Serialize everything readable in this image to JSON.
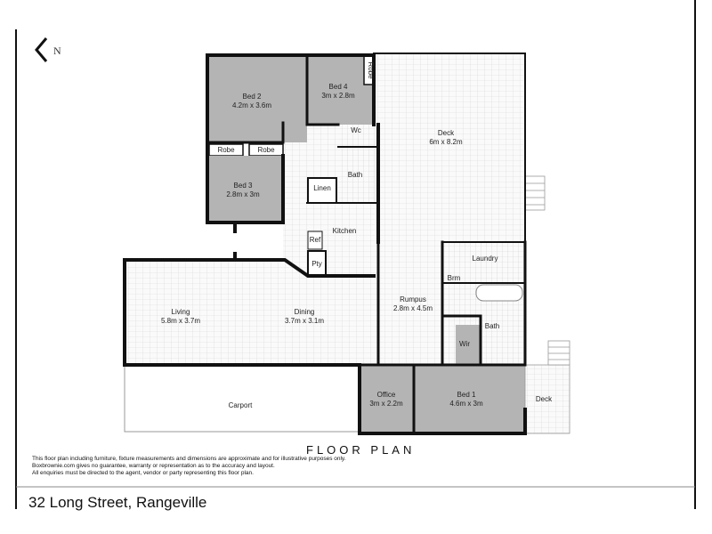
{
  "title": "FLOOR PLAN",
  "address": "32 Long Street, Rangeville",
  "compass": "N",
  "disclaimer": [
    "This floor plan including furniture, fixture measurements and dimensions are approximate and for illustrative purposes only.",
    "Boxbrownie.com gives no guarantee, warranty or representation as to the accuracy and layout.",
    "All enquiries must be directed to the agent, vendor or party representing this floor plan."
  ],
  "rooms": {
    "bed2": {
      "name": "Bed 2",
      "size": "4.2m x 3.6m"
    },
    "bed4": {
      "name": "Bed 4",
      "size": "3m x 2.8m"
    },
    "bed3": {
      "name": "Bed 3",
      "size": "2.8m x 3m"
    },
    "deck_main": {
      "name": "Deck",
      "size": "6m x 8.2m"
    },
    "robe_bed4": {
      "name": "Robe"
    },
    "robe_left": {
      "name": "Robe"
    },
    "robe_right": {
      "name": "Robe"
    },
    "wc": {
      "name": "Wc"
    },
    "bath_upper": {
      "name": "Bath"
    },
    "linen": {
      "name": "Linen"
    },
    "kitchen": {
      "name": "Kitchen"
    },
    "ref": {
      "name": "Ref"
    },
    "pty": {
      "name": "Pty"
    },
    "living": {
      "name": "Living",
      "size": "5.8m x 3.7m"
    },
    "dining": {
      "name": "Dining",
      "size": "3.7m x 3.1m"
    },
    "rumpus": {
      "name": "Rumpus",
      "size": "2.8m x 4.5m"
    },
    "laundry": {
      "name": "Laundry"
    },
    "brm": {
      "name": "Brm"
    },
    "bath_lower": {
      "name": "Bath"
    },
    "wir": {
      "name": "Wir"
    },
    "office": {
      "name": "Office",
      "size": "3m x 2.2m"
    },
    "bed1": {
      "name": "Bed 1",
      "size": "4.6m x 3m"
    },
    "deck_small": {
      "name": "Deck"
    },
    "carport": {
      "name": "Carport"
    }
  },
  "colors": {
    "bedroom_fill": "#b4b4b4",
    "wall": "#111111",
    "floor_tile": "#f4f4f4"
  }
}
